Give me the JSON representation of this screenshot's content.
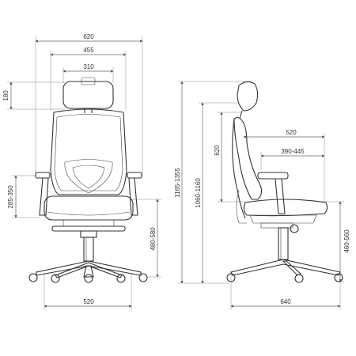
{
  "colors": {
    "line": "#333333",
    "dimension": "#666666",
    "background": "#ffffff"
  },
  "front_view": {
    "overall_width": "620",
    "backrest_width": "455",
    "headrest_width": "310",
    "headrest_height": "180",
    "armrest_height": "285-350",
    "seat_height": "480-580",
    "base_width": "520"
  },
  "side_view": {
    "overall_height": "1165-1355",
    "back_height": "1060-1160",
    "backrest_height": "620",
    "seat_depth": "520",
    "seat_depth_adjust": "390-445",
    "seat_height": "460-560",
    "base_depth": "640"
  }
}
